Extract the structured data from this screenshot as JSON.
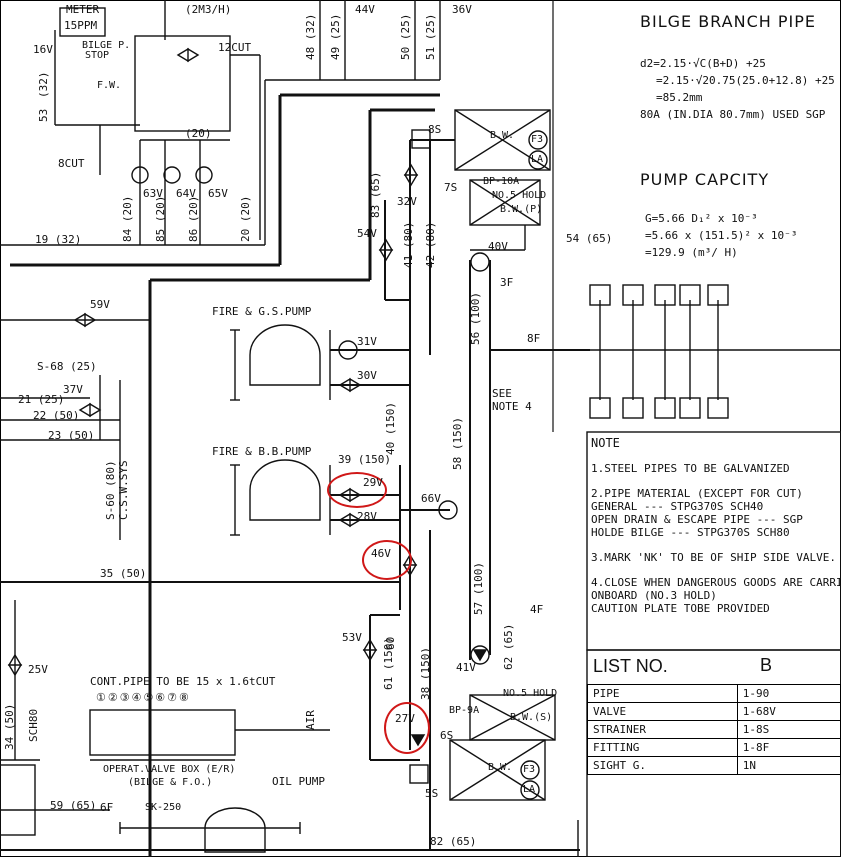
{
  "title": "BILGE BRANCH PIPE",
  "formula_d2": [
    "d2=2.15·√C(B+D) +25",
    "=2.15·√20.75(25.0+12.8) +25",
    "=85.2mm",
    "80A (IN.DIA 80.7mm)  USED SGP"
  ],
  "pump_title": "PUMP CAPCITY",
  "formula_g": [
    "G=5.66 D₁² x 10⁻³",
    "=5.66 x (151.5)² x 10⁻³",
    "=129.9 (m³/ H)"
  ],
  "note": {
    "heading": "NOTE",
    "items": [
      "1.STEEL PIPES TO BE GALVANIZED",
      "2.PIPE MATERIAL (EXCEPT FOR CUT)",
      "   GENERAL --- STPG370S SCH40",
      "   OPEN DRAIN & ESCAPE PIPE --- SGP",
      "   HOLDE BILGE --- STPG370S SCH80",
      "3.MARK 'NK' TO BE OF SHIP SIDE VALVE.",
      "4.CLOSE WHEN DANGEROUS GOODS ARE CARRI",
      "   ONBOARD (NO.3 HOLD)",
      "   CAUTION PLATE TOBE PROVIDED"
    ]
  },
  "list": {
    "heading": "LIST NO.",
    "value": "B",
    "rows": [
      {
        "name": "PIPE",
        "range": "1-90"
      },
      {
        "name": "VALVE",
        "range": "1-68V"
      },
      {
        "name": "STRAINER",
        "range": "1-8S"
      },
      {
        "name": "FITTING",
        "range": "1-8F"
      },
      {
        "name": "SIGHT G.",
        "range": "1N"
      }
    ]
  },
  "labels": {
    "meter": "METER",
    "ppm": "15PPM",
    "bilge_p": "BILGE P.",
    "stop": "STOP",
    "fw": "F.W.",
    "m3h": "(2M3/H)",
    "cut12": "12CUT",
    "cut8": "8CUT",
    "v16": "16V",
    "v44": "44V",
    "v36": "36V",
    "p48": "48 (32)",
    "p49": "49 (25)",
    "p50": "50 (25)",
    "p51": "51 (25)",
    "p53": "53",
    "p32": "(32)",
    "p20": "(20)",
    "p20b": "(20)",
    "v63": "63V",
    "v64": "64V",
    "v65": "65V",
    "p84": "84 (20)",
    "p85": "85 (20)",
    "p86": "86 (20)",
    "p20c": "20 (20)",
    "p19": "19 (32)",
    "p83": "83 (65)",
    "v32": "32V",
    "v54": "54V",
    "p41": "41 (80)",
    "p42": "42 (80)",
    "s8": "8S",
    "s7": "7S",
    "bm": "B.W.",
    "f3": "F3",
    "la": "LA",
    "bp10": "BP-10A",
    "no5hold": "NO.5 HOLD",
    "bwp": "B.W.(P)",
    "v40": "40V",
    "f3f": "3F",
    "p54": "54 (65)",
    "p56": "56 (100)",
    "f8": "8F",
    "see_note": "SEE",
    "note4": "NOTE 4",
    "v59": "59V",
    "fire_gs": "FIRE & G.S.PUMP",
    "v31": "31V",
    "v30": "30V",
    "s68": "S-68 (25)",
    "v37": "37V",
    "p21": "21 (25)",
    "p22": "22 (50)",
    "p23": "23 (50)",
    "s60": "S-60 (80)",
    "csw": "C.S.W.SYS",
    "p40": "40 (150)",
    "fire_bb": "FIRE & B.B.PUMP",
    "p39": "39 (150)",
    "v29": "29V",
    "v28": "28V",
    "v66": "66V",
    "p58": "58 (150)",
    "v46": "46V",
    "p35": "35 (50)",
    "p57": "57 (100)",
    "f4": "4F",
    "v53": "53V",
    "p60": "60",
    "p61": "61 (150)",
    "p38": "38 (150)",
    "p62": "62 (65)",
    "v41": "41V",
    "v25": "25V",
    "cont_pipe": "CONT.PIPE TO BE 15 x 1.6tCUT",
    "circled": "①②③④⑤⑥⑦⑧",
    "air": "AIR",
    "operat": "OPERAT.VALVE BOX (E/R)",
    "bilgefo": "(BILGE & F.O.)",
    "oil_pump": "OIL PUMP",
    "p34": "34 (50)",
    "sch80": "SCH80",
    "v27": "27V",
    "s6": "6S",
    "s5": "5S",
    "bp9": "BP-9A",
    "no5hold_s": "NO.5 HOLD",
    "bws": "B.W.(S)",
    "p59": "59 (65)",
    "f6": "6F",
    "sk250": "SK-250",
    "p82": "82 (65)"
  }
}
